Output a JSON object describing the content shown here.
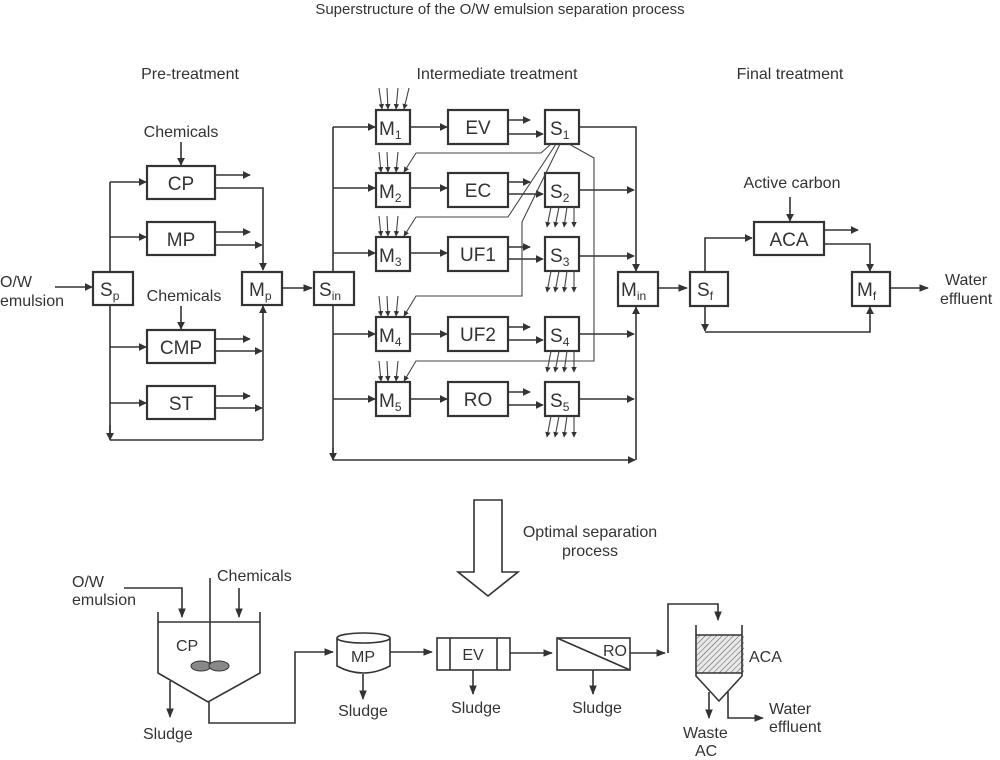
{
  "title": "Superstructure of the O/W emulsion separation process",
  "sections": {
    "pre": "Pre-treatment",
    "intermediate": "Intermediate treatment",
    "final": "Final treatment"
  },
  "pretreatment": {
    "feed_line1": "O/W",
    "feed_line2": "emulsion",
    "splitter": {
      "main": "S",
      "sub": "p"
    },
    "mixer": {
      "main": "M",
      "sub": "p"
    },
    "chemicals_cp": "Chemicals",
    "chemicals_cmp": "Chemicals",
    "units": [
      "CP",
      "MP",
      "CMP",
      "ST"
    ]
  },
  "intermediate": {
    "splitter_in": {
      "main": "S",
      "sub": "in"
    },
    "mixer_in": {
      "main": "M",
      "sub": "in"
    },
    "mixers": [
      {
        "main": "M",
        "sub": "1"
      },
      {
        "main": "M",
        "sub": "2"
      },
      {
        "main": "M",
        "sub": "3"
      },
      {
        "main": "M",
        "sub": "4"
      },
      {
        "main": "M",
        "sub": "5"
      }
    ],
    "units": [
      "EV",
      "EC",
      "UF1",
      "UF2",
      "RO"
    ],
    "splitters": [
      {
        "main": "S",
        "sub": "1"
      },
      {
        "main": "S",
        "sub": "2"
      },
      {
        "main": "S",
        "sub": "3"
      },
      {
        "main": "S",
        "sub": "4"
      },
      {
        "main": "S",
        "sub": "5"
      }
    ]
  },
  "final": {
    "splitter": {
      "main": "S",
      "sub": "f"
    },
    "mixer": {
      "main": "M",
      "sub": "f"
    },
    "unit": "ACA",
    "active_carbon": "Active carbon",
    "out_line1": "Water",
    "out_line2": "effluent"
  },
  "transition": {
    "line1": "Optimal separation",
    "line2": "process"
  },
  "optimal": {
    "feed_line1": "O/W",
    "feed_line2": "emulsion",
    "chemicals": "Chemicals",
    "cp": "CP",
    "mp": "MP",
    "ev": "EV",
    "ro": "RO",
    "aca": "ACA",
    "sludge": [
      "Sludge",
      "Sludge",
      "Sludge",
      "Sludge"
    ],
    "waste_line1": "Waste",
    "waste_line2": "AC",
    "out_line1": "Water",
    "out_line2": "effluent"
  }
}
